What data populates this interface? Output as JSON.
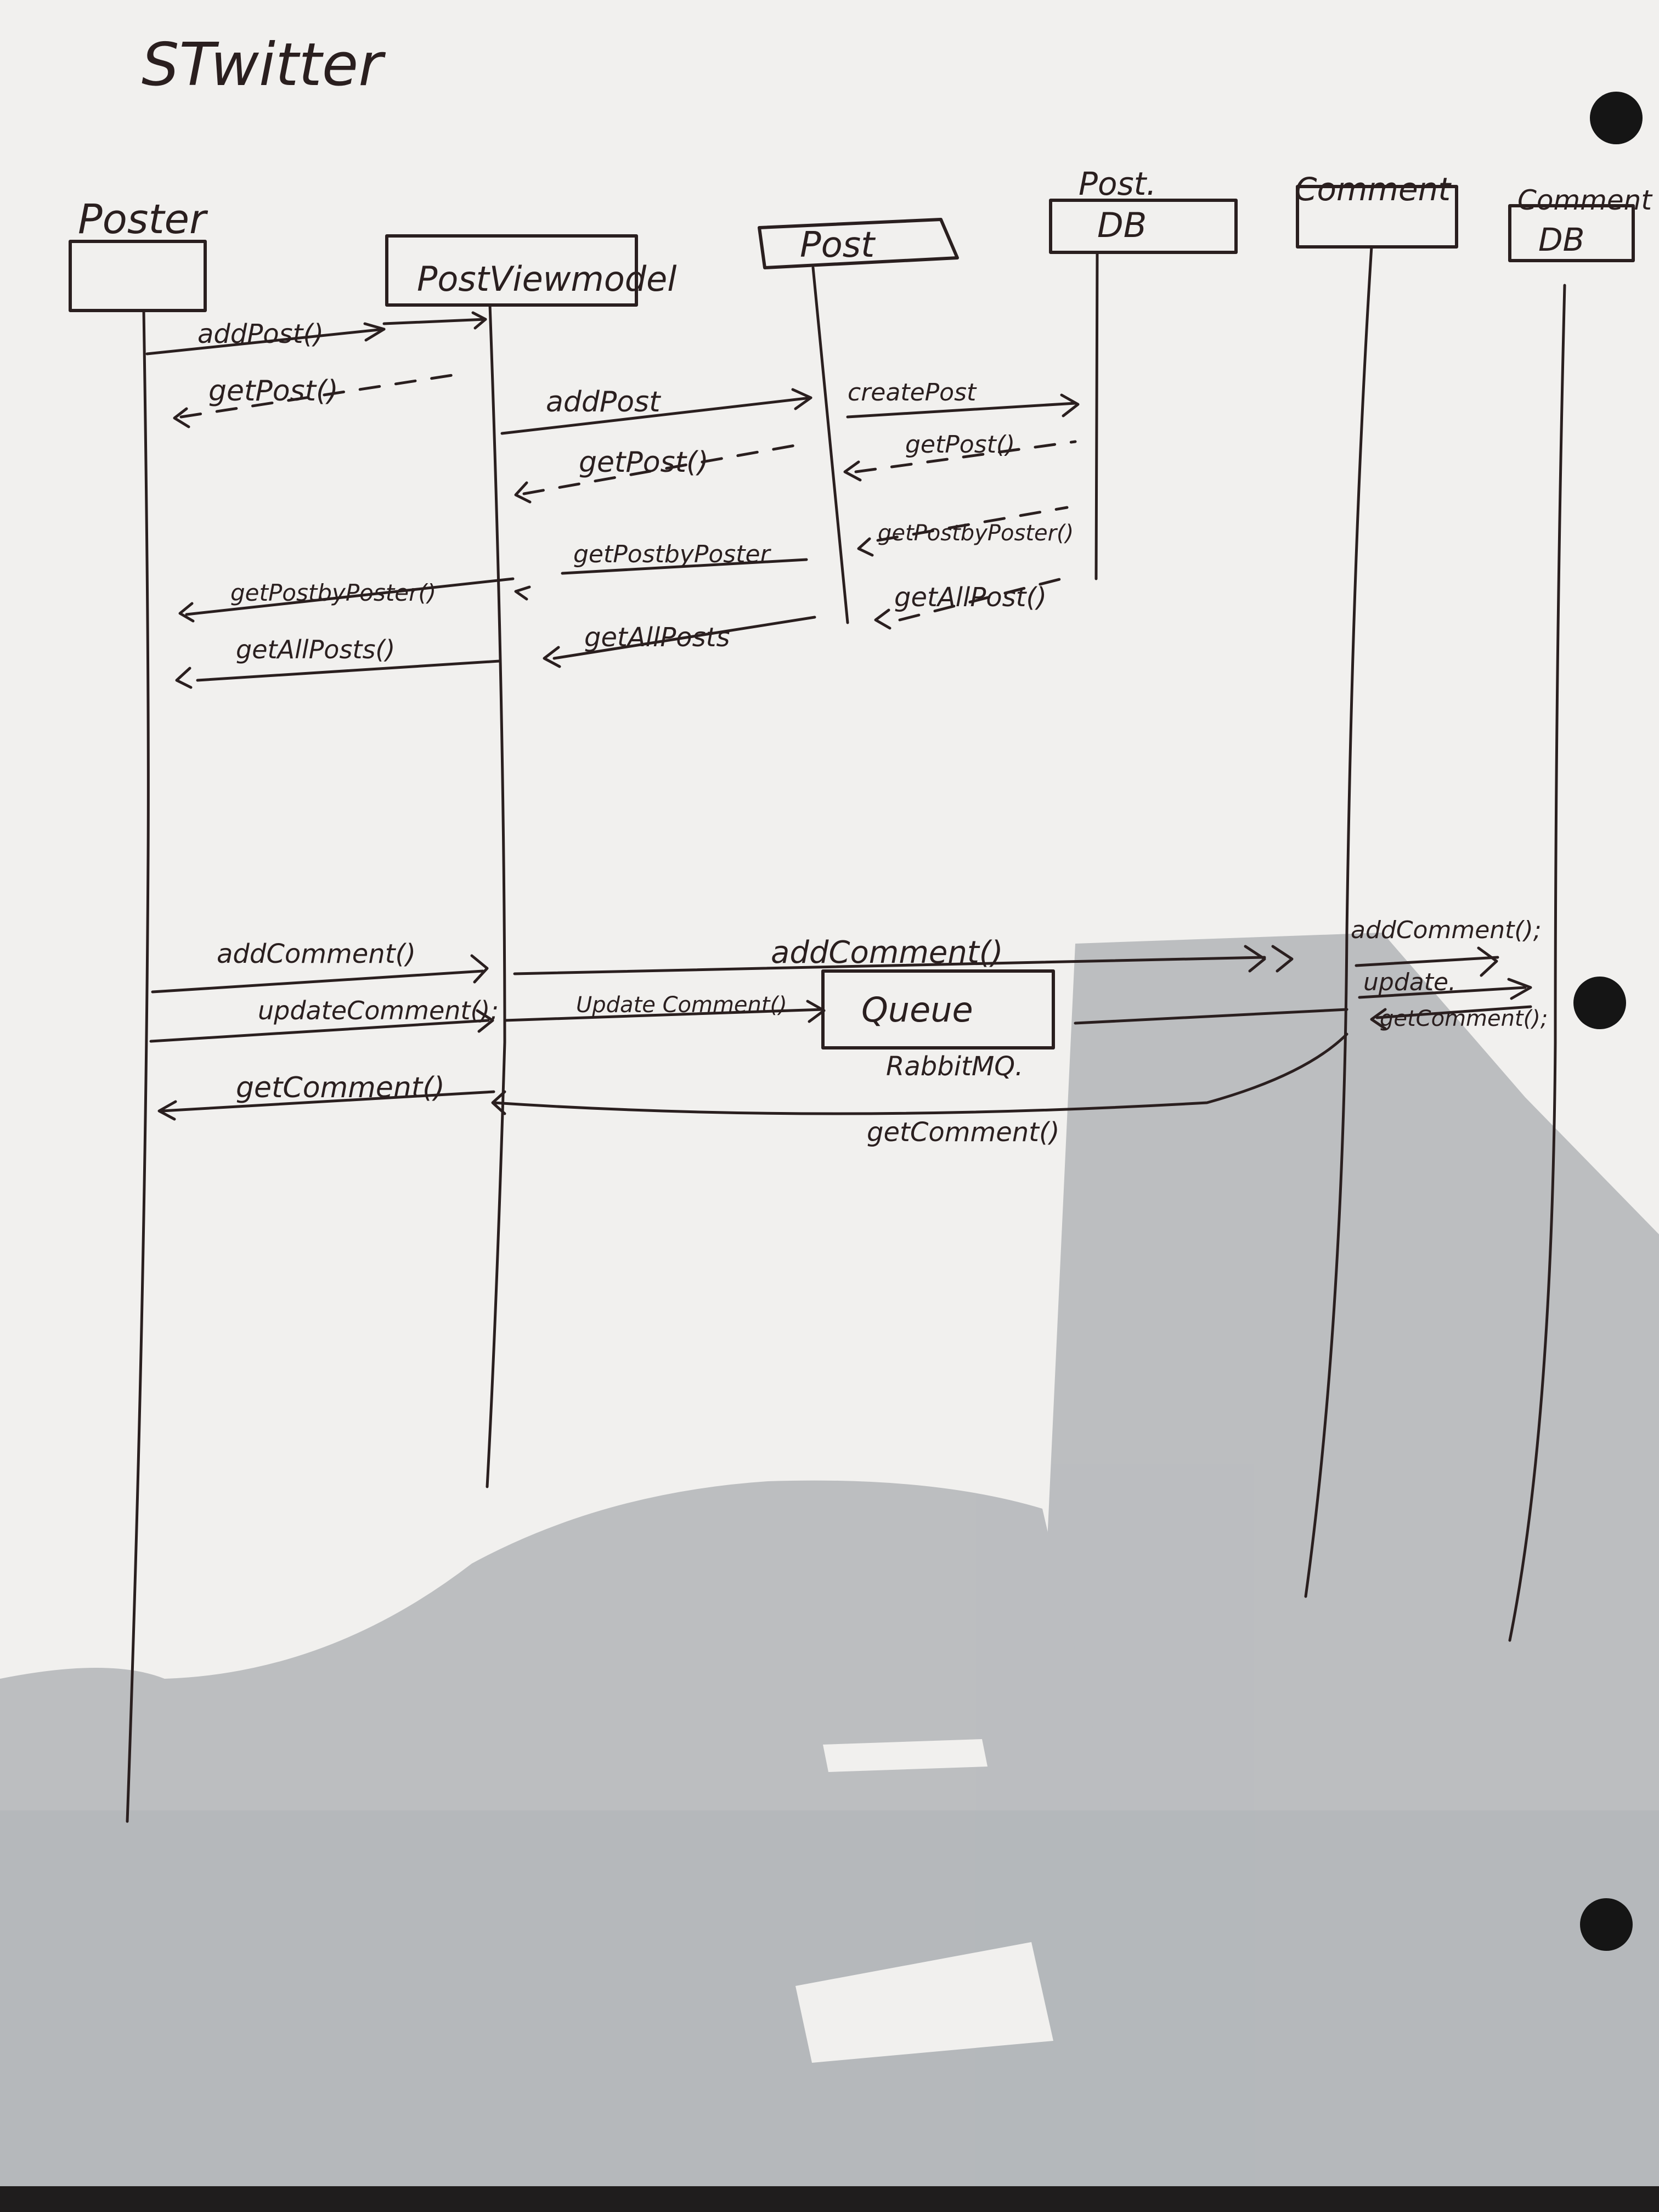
{
  "title": "STwitter",
  "participants": [
    {
      "id": "poster",
      "name": "Poster",
      "caption": ""
    },
    {
      "id": "postviewmodel",
      "name": "PostViewmodel",
      "caption": ""
    },
    {
      "id": "post",
      "name": "Post",
      "caption": ""
    },
    {
      "id": "postdb",
      "name": "DB",
      "caption": "Post."
    },
    {
      "id": "comment",
      "name": "",
      "caption": "Comment"
    },
    {
      "id": "commentdb",
      "name": "DB",
      "caption": "Comment"
    }
  ],
  "queue": {
    "name": "Queue",
    "caption": "RabbitMQ."
  },
  "messages": [
    {
      "id": "m1",
      "label": "addPost()",
      "kind": "call"
    },
    {
      "id": "m2",
      "label": "getPost()",
      "kind": "return"
    },
    {
      "id": "m3",
      "label": "addPost",
      "kind": "call"
    },
    {
      "id": "m4",
      "label": "createPost",
      "kind": "call"
    },
    {
      "id": "m5",
      "label": "getPost()",
      "kind": "return"
    },
    {
      "id": "m6",
      "label": "getPost()",
      "kind": "return"
    },
    {
      "id": "m7",
      "label": "getPostbyPoster()",
      "kind": "return"
    },
    {
      "id": "m8",
      "label": "getPostbyPoster",
      "kind": "return"
    },
    {
      "id": "m9",
      "label": "getPostbyPoster()",
      "kind": "return"
    },
    {
      "id": "m10",
      "label": "getAllPosts()",
      "kind": "return"
    },
    {
      "id": "m11",
      "label": "getAllPosts",
      "kind": "return"
    },
    {
      "id": "m12",
      "label": "getAllPost()",
      "kind": "return"
    },
    {
      "id": "m13",
      "label": "addComment()",
      "kind": "call"
    },
    {
      "id": "m14",
      "label": "addComment()",
      "kind": "call"
    },
    {
      "id": "m15",
      "label": "addComment();",
      "kind": "call"
    },
    {
      "id": "m16",
      "label": "updateComment();",
      "kind": "call"
    },
    {
      "id": "m17",
      "label": "Update Comment()",
      "kind": "call"
    },
    {
      "id": "m18",
      "label": "",
      "kind": "call"
    },
    {
      "id": "m19",
      "label": "update.",
      "kind": "call"
    },
    {
      "id": "m20",
      "label": "getComment();",
      "kind": "return"
    },
    {
      "id": "m21",
      "label": "getComment()",
      "kind": "return"
    },
    {
      "id": "m22",
      "label": "getComment()",
      "kind": "return"
    }
  ],
  "colors": {
    "paper": "#efeeec",
    "ink": "#2a1f1f",
    "shadow": "#9aa0a6",
    "hole": "#1a1a1a"
  }
}
